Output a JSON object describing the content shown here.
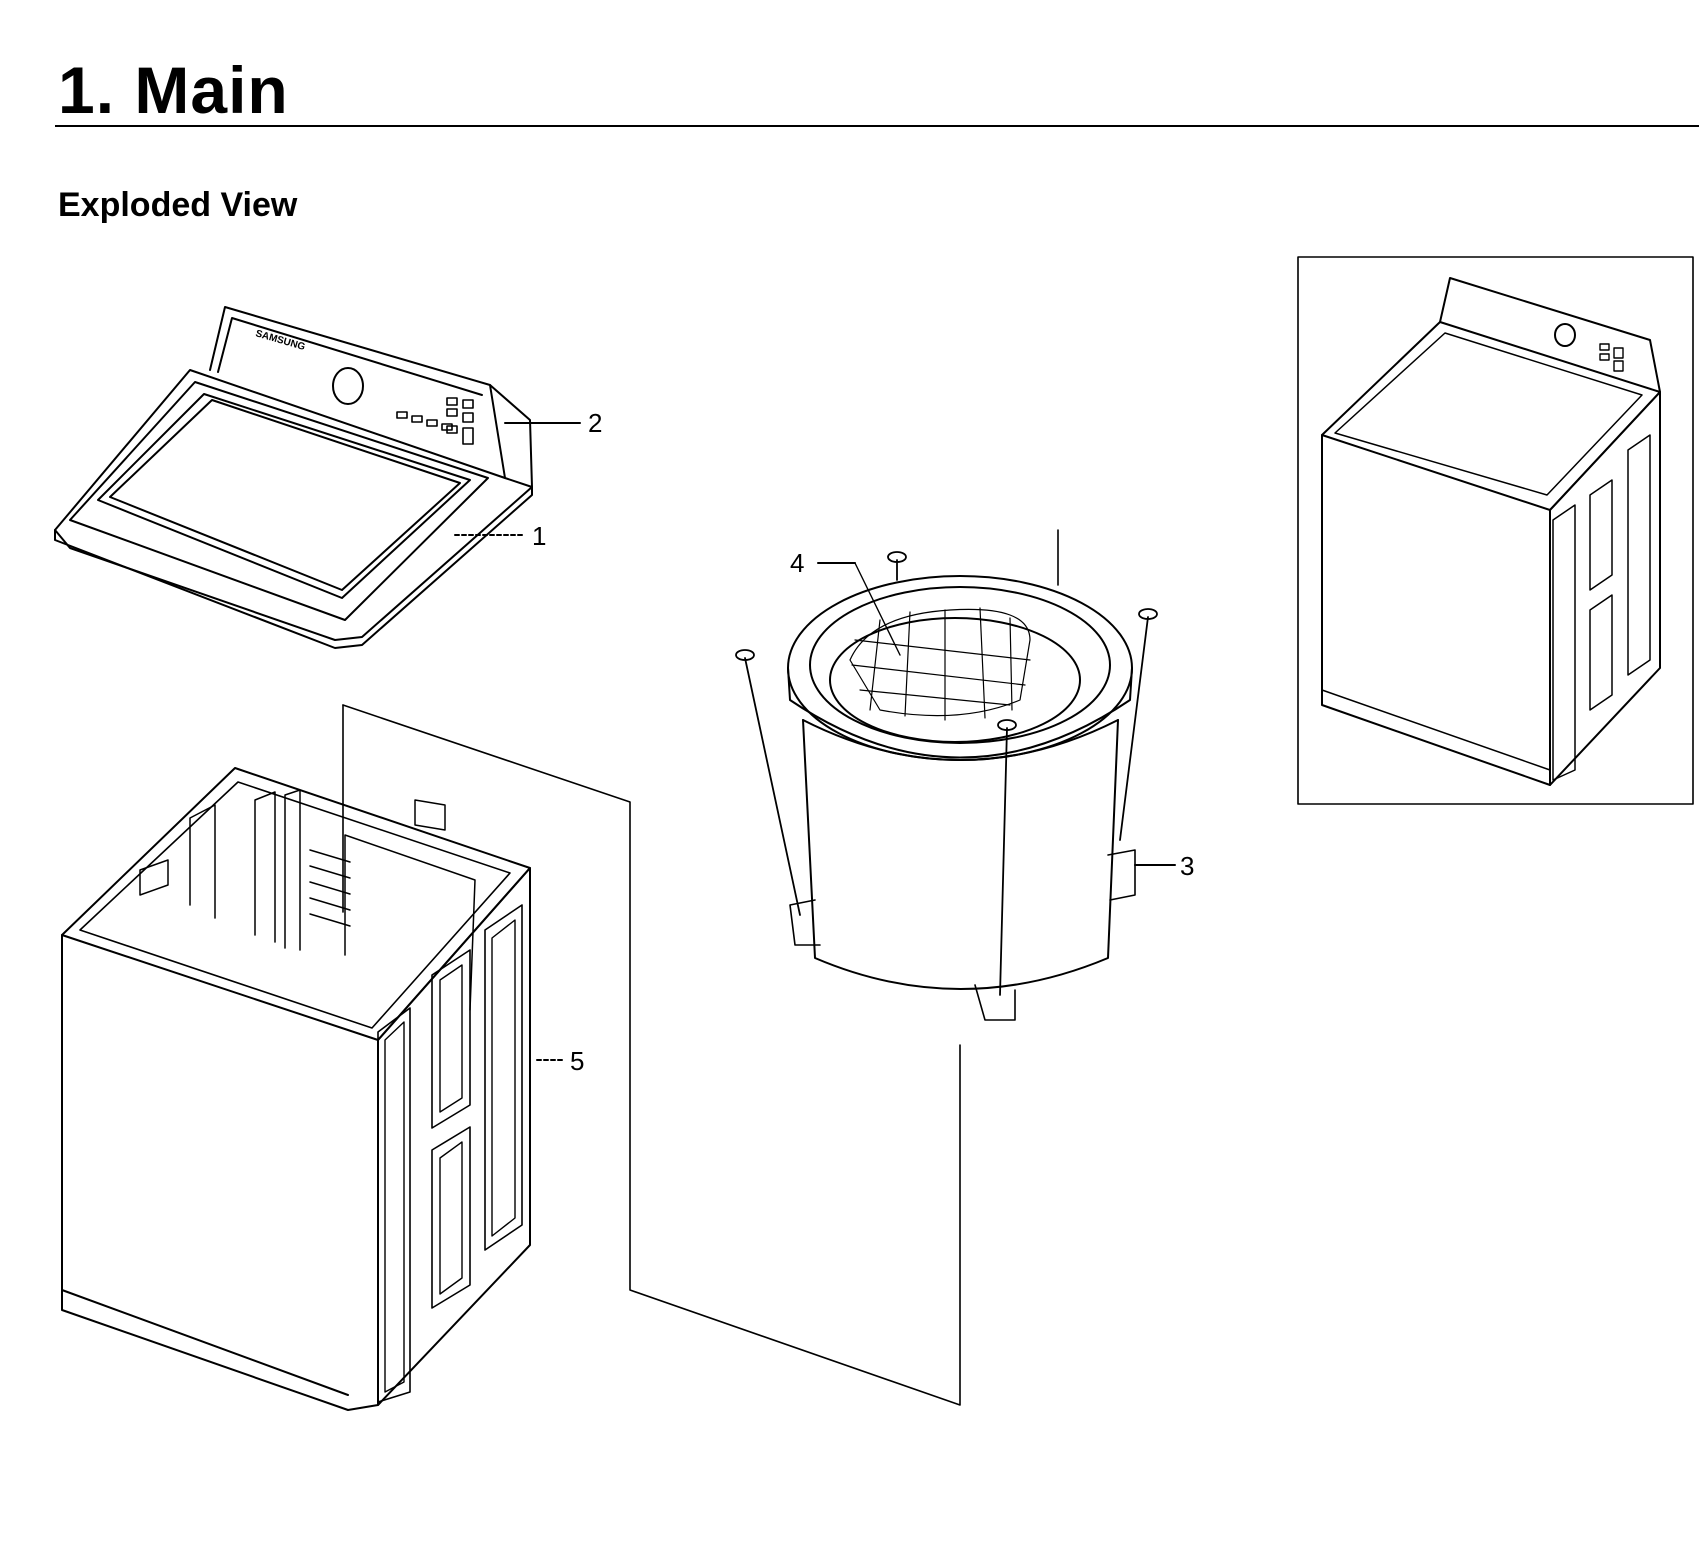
{
  "page": {
    "title": "1.  Main",
    "section": "Exploded View"
  },
  "diagram": {
    "callouts": [
      {
        "id": "1",
        "label": "1"
      },
      {
        "id": "2",
        "label": "2"
      },
      {
        "id": "3",
        "label": "3"
      },
      {
        "id": "4",
        "label": "4"
      },
      {
        "id": "5",
        "label": "5"
      }
    ],
    "logo_text": "SAMSUNG"
  }
}
